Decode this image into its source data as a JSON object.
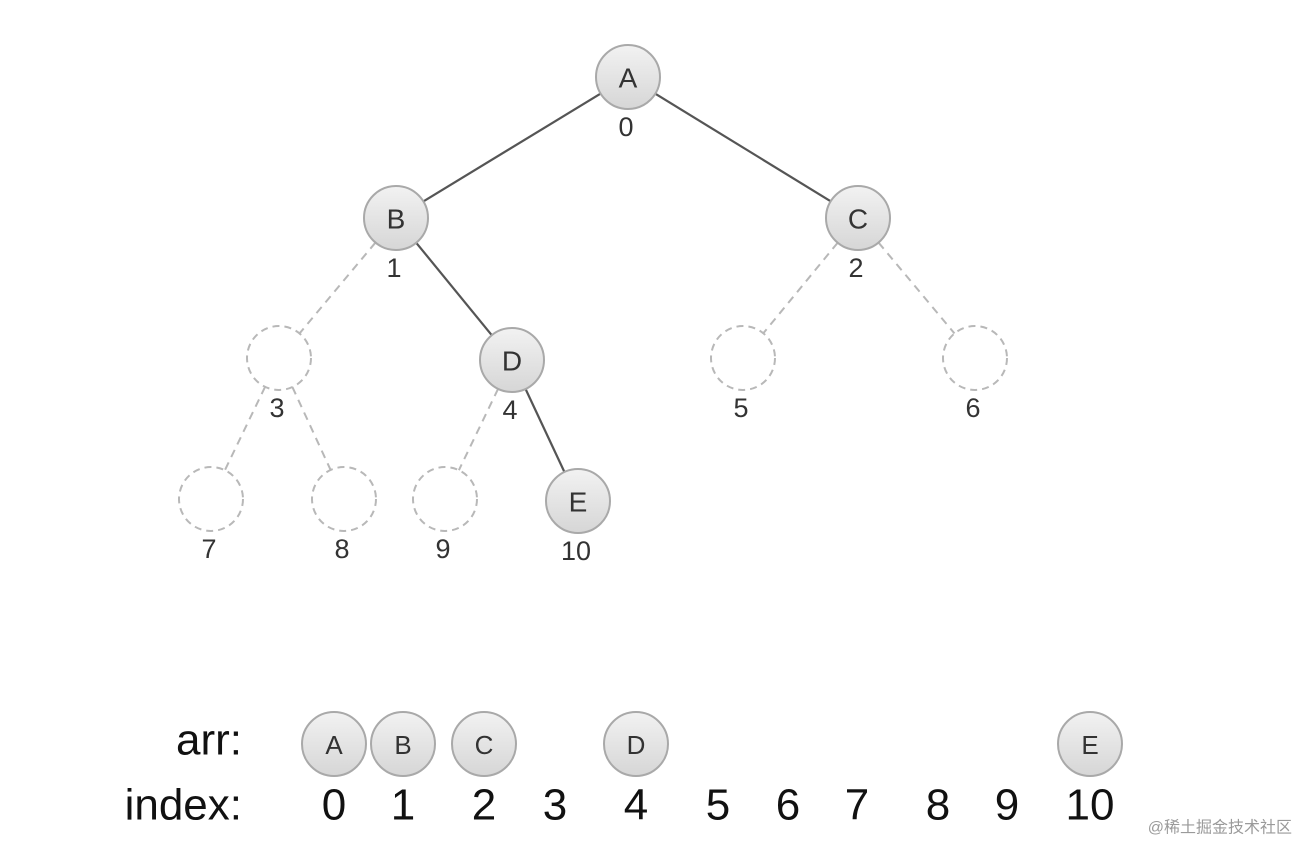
{
  "tree": {
    "nodes": [
      {
        "index": "0",
        "label": "A",
        "filled": true
      },
      {
        "index": "1",
        "label": "B",
        "filled": true
      },
      {
        "index": "2",
        "label": "C",
        "filled": true
      },
      {
        "index": "3",
        "label": "",
        "filled": false
      },
      {
        "index": "4",
        "label": "D",
        "filled": true
      },
      {
        "index": "5",
        "label": "",
        "filled": false
      },
      {
        "index": "6",
        "label": "",
        "filled": false
      },
      {
        "index": "7",
        "label": "",
        "filled": false
      },
      {
        "index": "8",
        "label": "",
        "filled": false
      },
      {
        "index": "9",
        "label": "",
        "filled": false
      },
      {
        "index": "10",
        "label": "E",
        "filled": true
      }
    ],
    "edges": [
      {
        "from": "0",
        "to": "1",
        "style": "solid"
      },
      {
        "from": "0",
        "to": "2",
        "style": "solid"
      },
      {
        "from": "1",
        "to": "3",
        "style": "dashed"
      },
      {
        "from": "1",
        "to": "4",
        "style": "solid"
      },
      {
        "from": "2",
        "to": "5",
        "style": "dashed"
      },
      {
        "from": "2",
        "to": "6",
        "style": "dashed"
      },
      {
        "from": "3",
        "to": "7",
        "style": "dashed"
      },
      {
        "from": "3",
        "to": "8",
        "style": "dashed"
      },
      {
        "from": "4",
        "to": "9",
        "style": "dashed"
      },
      {
        "from": "4",
        "to": "10",
        "style": "solid"
      }
    ]
  },
  "array": {
    "arr_label": "arr:",
    "index_label": "index:",
    "cells": [
      {
        "index": "0",
        "value": "A"
      },
      {
        "index": "1",
        "value": "B"
      },
      {
        "index": "2",
        "value": "C"
      },
      {
        "index": "3",
        "value": ""
      },
      {
        "index": "4",
        "value": "D"
      },
      {
        "index": "5",
        "value": ""
      },
      {
        "index": "6",
        "value": ""
      },
      {
        "index": "7",
        "value": ""
      },
      {
        "index": "8",
        "value": ""
      },
      {
        "index": "9",
        "value": ""
      },
      {
        "index": "10",
        "value": "E"
      }
    ]
  },
  "watermark": "@稀土掘金技术社区",
  "colors": {
    "node_fill_top": "#f2f2f2",
    "node_fill_bottom": "#d6d6d6",
    "node_stroke": "#a9a9a9",
    "solid_edge": "#555555",
    "dashed_edge": "#b8b8b8"
  }
}
